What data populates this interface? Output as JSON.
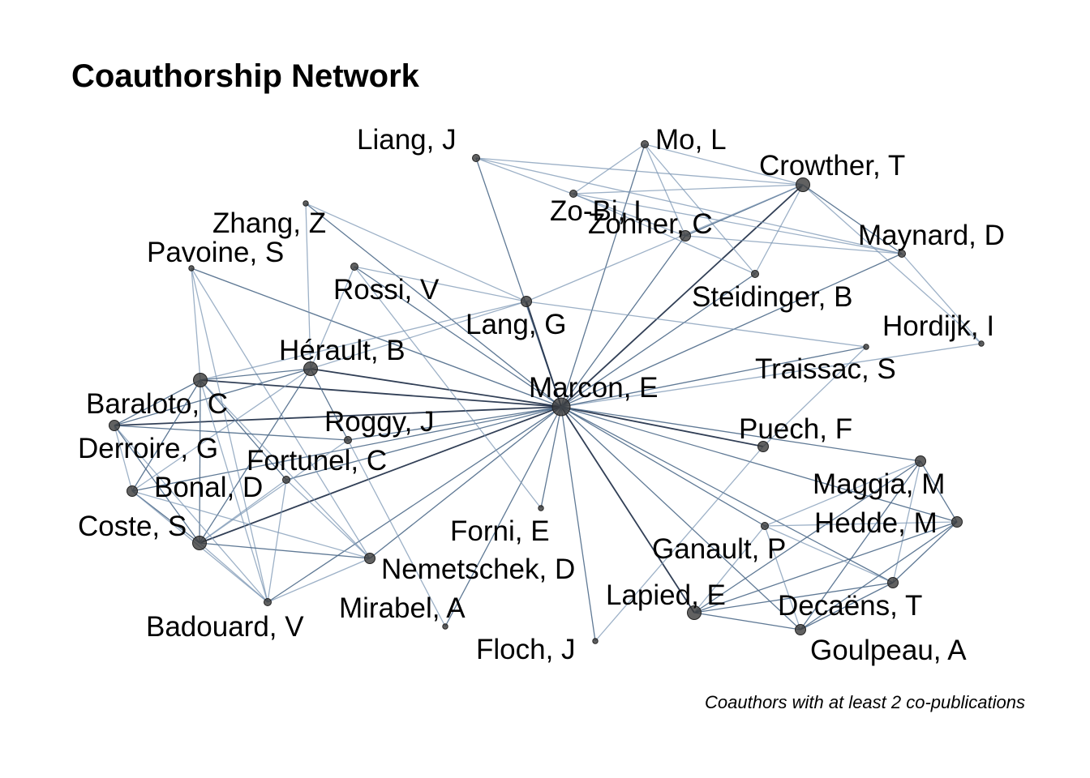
{
  "title": "Coauthorship Network",
  "caption": "Coauthors with at least 2 co-publications",
  "colors": {
    "edge_dark": "#1b2a44",
    "edge_light": "#a9c3dc",
    "node": "#3a3a3a"
  },
  "nodes": [
    {
      "id": "marcon",
      "label": "Marcon, E",
      "size": 5
    },
    {
      "id": "liang",
      "label": "Liang, J",
      "size": 2
    },
    {
      "id": "mo",
      "label": "Mo, L",
      "size": 2
    },
    {
      "id": "crowther",
      "label": "Crowther, T",
      "size": 4
    },
    {
      "id": "zobi",
      "label": "Zo-Bi, I",
      "size": 2
    },
    {
      "id": "zohner",
      "label": "Zohner, C",
      "size": 3
    },
    {
      "id": "zhang",
      "label": "Zhang, Z",
      "size": 1
    },
    {
      "id": "maynard",
      "label": "Maynard, D",
      "size": 2
    },
    {
      "id": "pavoine",
      "label": "Pavoine, S",
      "size": 1
    },
    {
      "id": "steidinger",
      "label": "Steidinger, B",
      "size": 2
    },
    {
      "id": "rossi",
      "label": "Rossi, V",
      "size": 2
    },
    {
      "id": "lang",
      "label": "Lang, G",
      "size": 3
    },
    {
      "id": "hordijk",
      "label": "Hordijk, I",
      "size": 1
    },
    {
      "id": "herault",
      "label": "Hérault, B",
      "size": 4
    },
    {
      "id": "traissac",
      "label": "Traissac, S",
      "size": 1
    },
    {
      "id": "baraloto",
      "label": "Baraloto, C",
      "size": 4
    },
    {
      "id": "roggy",
      "label": "Roggy, J",
      "size": 2
    },
    {
      "id": "puech",
      "label": "Puech, F",
      "size": 3
    },
    {
      "id": "derroire",
      "label": "Derroire, G",
      "size": 3
    },
    {
      "id": "fortunel",
      "label": "Fortunel, C",
      "size": 2
    },
    {
      "id": "maggia",
      "label": "Maggia, M",
      "size": 3
    },
    {
      "id": "bonal",
      "label": "Bonal, D",
      "size": 3
    },
    {
      "id": "hedde",
      "label": "Hedde, M",
      "size": 3
    },
    {
      "id": "coste",
      "label": "Coste, S",
      "size": 4
    },
    {
      "id": "forni",
      "label": "Forni, E",
      "size": 1
    },
    {
      "id": "ganault",
      "label": "Ganault, P",
      "size": 2
    },
    {
      "id": "nemetschek",
      "label": "Nemetschek, D",
      "size": 3
    },
    {
      "id": "lapied",
      "label": "Lapied, E",
      "size": 4
    },
    {
      "id": "decaens",
      "label": "Decaëns, T",
      "size": 3
    },
    {
      "id": "badouard",
      "label": "Badouard, V",
      "size": 2
    },
    {
      "id": "mirabel",
      "label": "Mirabel, A",
      "size": 1
    },
    {
      "id": "floch",
      "label": "Floch, J",
      "size": 1
    },
    {
      "id": "goulpeau",
      "label": "Goulpeau, A",
      "size": 3
    }
  ],
  "edges": [
    {
      "s": "marcon",
      "t": "liang",
      "w": 2
    },
    {
      "s": "marcon",
      "t": "crowther",
      "w": 3
    },
    {
      "s": "marcon",
      "t": "zohner",
      "w": 2
    },
    {
      "s": "marcon",
      "t": "mo",
      "w": 2
    },
    {
      "s": "marcon",
      "t": "maynard",
      "w": 2
    },
    {
      "s": "marcon",
      "t": "zhang",
      "w": 2
    },
    {
      "s": "marcon",
      "t": "rossi",
      "w": 2
    },
    {
      "s": "marcon",
      "t": "lang",
      "w": 3
    },
    {
      "s": "marcon",
      "t": "hordijk",
      "w": 1
    },
    {
      "s": "marcon",
      "t": "herault",
      "w": 3
    },
    {
      "s": "marcon",
      "t": "traissac",
      "w": 2
    },
    {
      "s": "marcon",
      "t": "baraloto",
      "w": 3
    },
    {
      "s": "marcon",
      "t": "roggy",
      "w": 2
    },
    {
      "s": "marcon",
      "t": "puech",
      "w": 3
    },
    {
      "s": "marcon",
      "t": "derroire",
      "w": 3
    },
    {
      "s": "marcon",
      "t": "fortunel",
      "w": 2
    },
    {
      "s": "marcon",
      "t": "maggia",
      "w": 2
    },
    {
      "s": "marcon",
      "t": "bonal",
      "w": 2
    },
    {
      "s": "marcon",
      "t": "hedde",
      "w": 2
    },
    {
      "s": "marcon",
      "t": "coste",
      "w": 3
    },
    {
      "s": "marcon",
      "t": "forni",
      "w": 2
    },
    {
      "s": "marcon",
      "t": "ganault",
      "w": 2
    },
    {
      "s": "marcon",
      "t": "nemetschek",
      "w": 2
    },
    {
      "s": "marcon",
      "t": "lapied",
      "w": 3
    },
    {
      "s": "marcon",
      "t": "decaens",
      "w": 2
    },
    {
      "s": "marcon",
      "t": "badouard",
      "w": 2
    },
    {
      "s": "marcon",
      "t": "mirabel",
      "w": 2
    },
    {
      "s": "marcon",
      "t": "floch",
      "w": 2
    },
    {
      "s": "marcon",
      "t": "goulpeau",
      "w": 2
    },
    {
      "s": "marcon",
      "t": "pavoine",
      "w": 2
    },
    {
      "s": "marcon",
      "t": "steidinger",
      "w": 2
    },
    {
      "s": "liang",
      "t": "crowther",
      "w": 1
    },
    {
      "s": "liang",
      "t": "zohner",
      "w": 1
    },
    {
      "s": "mo",
      "t": "crowther",
      "w": 1
    },
    {
      "s": "mo",
      "t": "zobi",
      "w": 1
    },
    {
      "s": "mo",
      "t": "steidinger",
      "w": 1
    },
    {
      "s": "mo",
      "t": "zohner",
      "w": 1
    },
    {
      "s": "zobi",
      "t": "crowther",
      "w": 1
    },
    {
      "s": "zobi",
      "t": "steidinger",
      "w": 1
    },
    {
      "s": "zobi",
      "t": "maynard",
      "w": 1
    },
    {
      "s": "crowther",
      "t": "maynard",
      "w": 2
    },
    {
      "s": "crowther",
      "t": "zohner",
      "w": 2
    },
    {
      "s": "crowther",
      "t": "steidinger",
      "w": 1
    },
    {
      "s": "crowther",
      "t": "hordijk",
      "w": 1
    },
    {
      "s": "crowther",
      "t": "lang",
      "w": 1
    },
    {
      "s": "zohner",
      "t": "maynard",
      "w": 1
    },
    {
      "s": "maynard",
      "t": "hordijk",
      "w": 1
    },
    {
      "s": "liang",
      "t": "maynard",
      "w": 1
    },
    {
      "s": "zhang",
      "t": "herault",
      "w": 1
    },
    {
      "s": "zhang",
      "t": "lang",
      "w": 1
    },
    {
      "s": "rossi",
      "t": "lang",
      "w": 1
    },
    {
      "s": "rossi",
      "t": "forni",
      "w": 1
    },
    {
      "s": "rossi",
      "t": "herault",
      "w": 1
    },
    {
      "s": "lang",
      "t": "herault",
      "w": 1
    },
    {
      "s": "lang",
      "t": "traissac",
      "w": 1
    },
    {
      "s": "lang",
      "t": "baraloto",
      "w": 1
    },
    {
      "s": "pavoine",
      "t": "baraloto",
      "w": 1
    },
    {
      "s": "pavoine",
      "t": "nemetschek",
      "w": 1
    },
    {
      "s": "pavoine",
      "t": "badouard",
      "w": 1
    },
    {
      "s": "herault",
      "t": "baraloto",
      "w": 2
    },
    {
      "s": "herault",
      "t": "derroire",
      "w": 2
    },
    {
      "s": "herault",
      "t": "roggy",
      "w": 2
    },
    {
      "s": "herault",
      "t": "bonal",
      "w": 1
    },
    {
      "s": "herault",
      "t": "coste",
      "w": 2
    },
    {
      "s": "baraloto",
      "t": "derroire",
      "w": 2
    },
    {
      "s": "baraloto",
      "t": "fortunel",
      "w": 2
    },
    {
      "s": "baraloto",
      "t": "bonal",
      "w": 2
    },
    {
      "s": "baraloto",
      "t": "coste",
      "w": 2
    },
    {
      "s": "baraloto",
      "t": "nemetschek",
      "w": 1
    },
    {
      "s": "baraloto",
      "t": "badouard",
      "w": 1
    },
    {
      "s": "derroire",
      "t": "bonal",
      "w": 1
    },
    {
      "s": "derroire",
      "t": "coste",
      "w": 2
    },
    {
      "s": "derroire",
      "t": "roggy",
      "w": 2
    },
    {
      "s": "derroire",
      "t": "badouard",
      "w": 1
    },
    {
      "s": "bonal",
      "t": "coste",
      "w": 2
    },
    {
      "s": "bonal",
      "t": "nemetschek",
      "w": 1
    },
    {
      "s": "bonal",
      "t": "badouard",
      "w": 1
    },
    {
      "s": "coste",
      "t": "nemetschek",
      "w": 2
    },
    {
      "s": "coste",
      "t": "badouard",
      "w": 1
    },
    {
      "s": "coste",
      "t": "fortunel",
      "w": 1
    },
    {
      "s": "coste",
      "t": "roggy",
      "w": 1
    },
    {
      "s": "fortunel",
      "t": "badouard",
      "w": 1
    },
    {
      "s": "roggy",
      "t": "mirabel",
      "w": 1
    },
    {
      "s": "nemetschek",
      "t": "badouard",
      "w": 1
    },
    {
      "s": "fortunel",
      "t": "nemetschek",
      "w": 1
    },
    {
      "s": "puech",
      "t": "floch",
      "w": 1
    },
    {
      "s": "puech",
      "t": "traissac",
      "w": 1
    },
    {
      "s": "maggia",
      "t": "hedde",
      "w": 2
    },
    {
      "s": "maggia",
      "t": "ganault",
      "w": 1
    },
    {
      "s": "maggia",
      "t": "lapied",
      "w": 2
    },
    {
      "s": "maggia",
      "t": "decaens",
      "w": 1
    },
    {
      "s": "maggia",
      "t": "goulpeau",
      "w": 2
    },
    {
      "s": "hedde",
      "t": "ganault",
      "w": 1
    },
    {
      "s": "hedde",
      "t": "lapied",
      "w": 2
    },
    {
      "s": "hedde",
      "t": "decaens",
      "w": 2
    },
    {
      "s": "hedde",
      "t": "goulpeau",
      "w": 2
    },
    {
      "s": "ganault",
      "t": "decaens",
      "w": 1
    },
    {
      "s": "ganault",
      "t": "goulpeau",
      "w": 1
    },
    {
      "s": "lapied",
      "t": "decaens",
      "w": 2
    },
    {
      "s": "lapied",
      "t": "goulpeau",
      "w": 2
    },
    {
      "s": "decaens",
      "t": "goulpeau",
      "w": 2
    },
    {
      "s": "ganault",
      "t": "lapied",
      "w": 1
    }
  ]
}
